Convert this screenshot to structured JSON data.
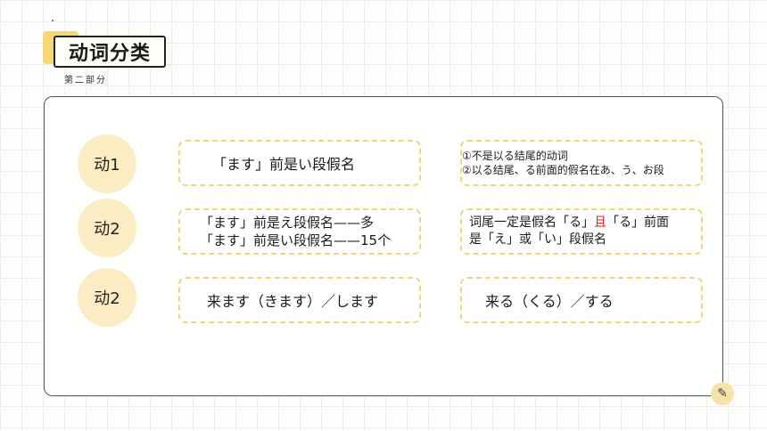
{
  "header": {
    "title": "动词分类",
    "subtitle": "第二部分"
  },
  "rows": [
    {
      "label": "动1",
      "left_lines": [
        "「ます」前是い段假名"
      ],
      "right_lines": [
        "①不是以る结尾的动词",
        "②以る结尾、る前面的假名在あ、う、お段"
      ]
    },
    {
      "label": "动2",
      "left_lines": [
        "「ます」前是え段假名——多",
        "「ます」前是い段假名——15个"
      ],
      "right": {
        "line1_a": "词尾一定是假名「る」",
        "line1_red": "且",
        "line1_b": "「る」前面",
        "line2": "是「え」或「い」段假名"
      }
    },
    {
      "label": "动2",
      "left_lines": [
        "来ます（きます）／します"
      ],
      "right_lines": [
        "来る（くる）／する"
      ]
    }
  ],
  "colors": {
    "accent_yellow": "#f7d774",
    "circle_fill": "#fcecc4",
    "dashed_border": "#f1d679",
    "highlight_red": "#e0201c"
  },
  "icons": [
    "edit-note-icon"
  ]
}
